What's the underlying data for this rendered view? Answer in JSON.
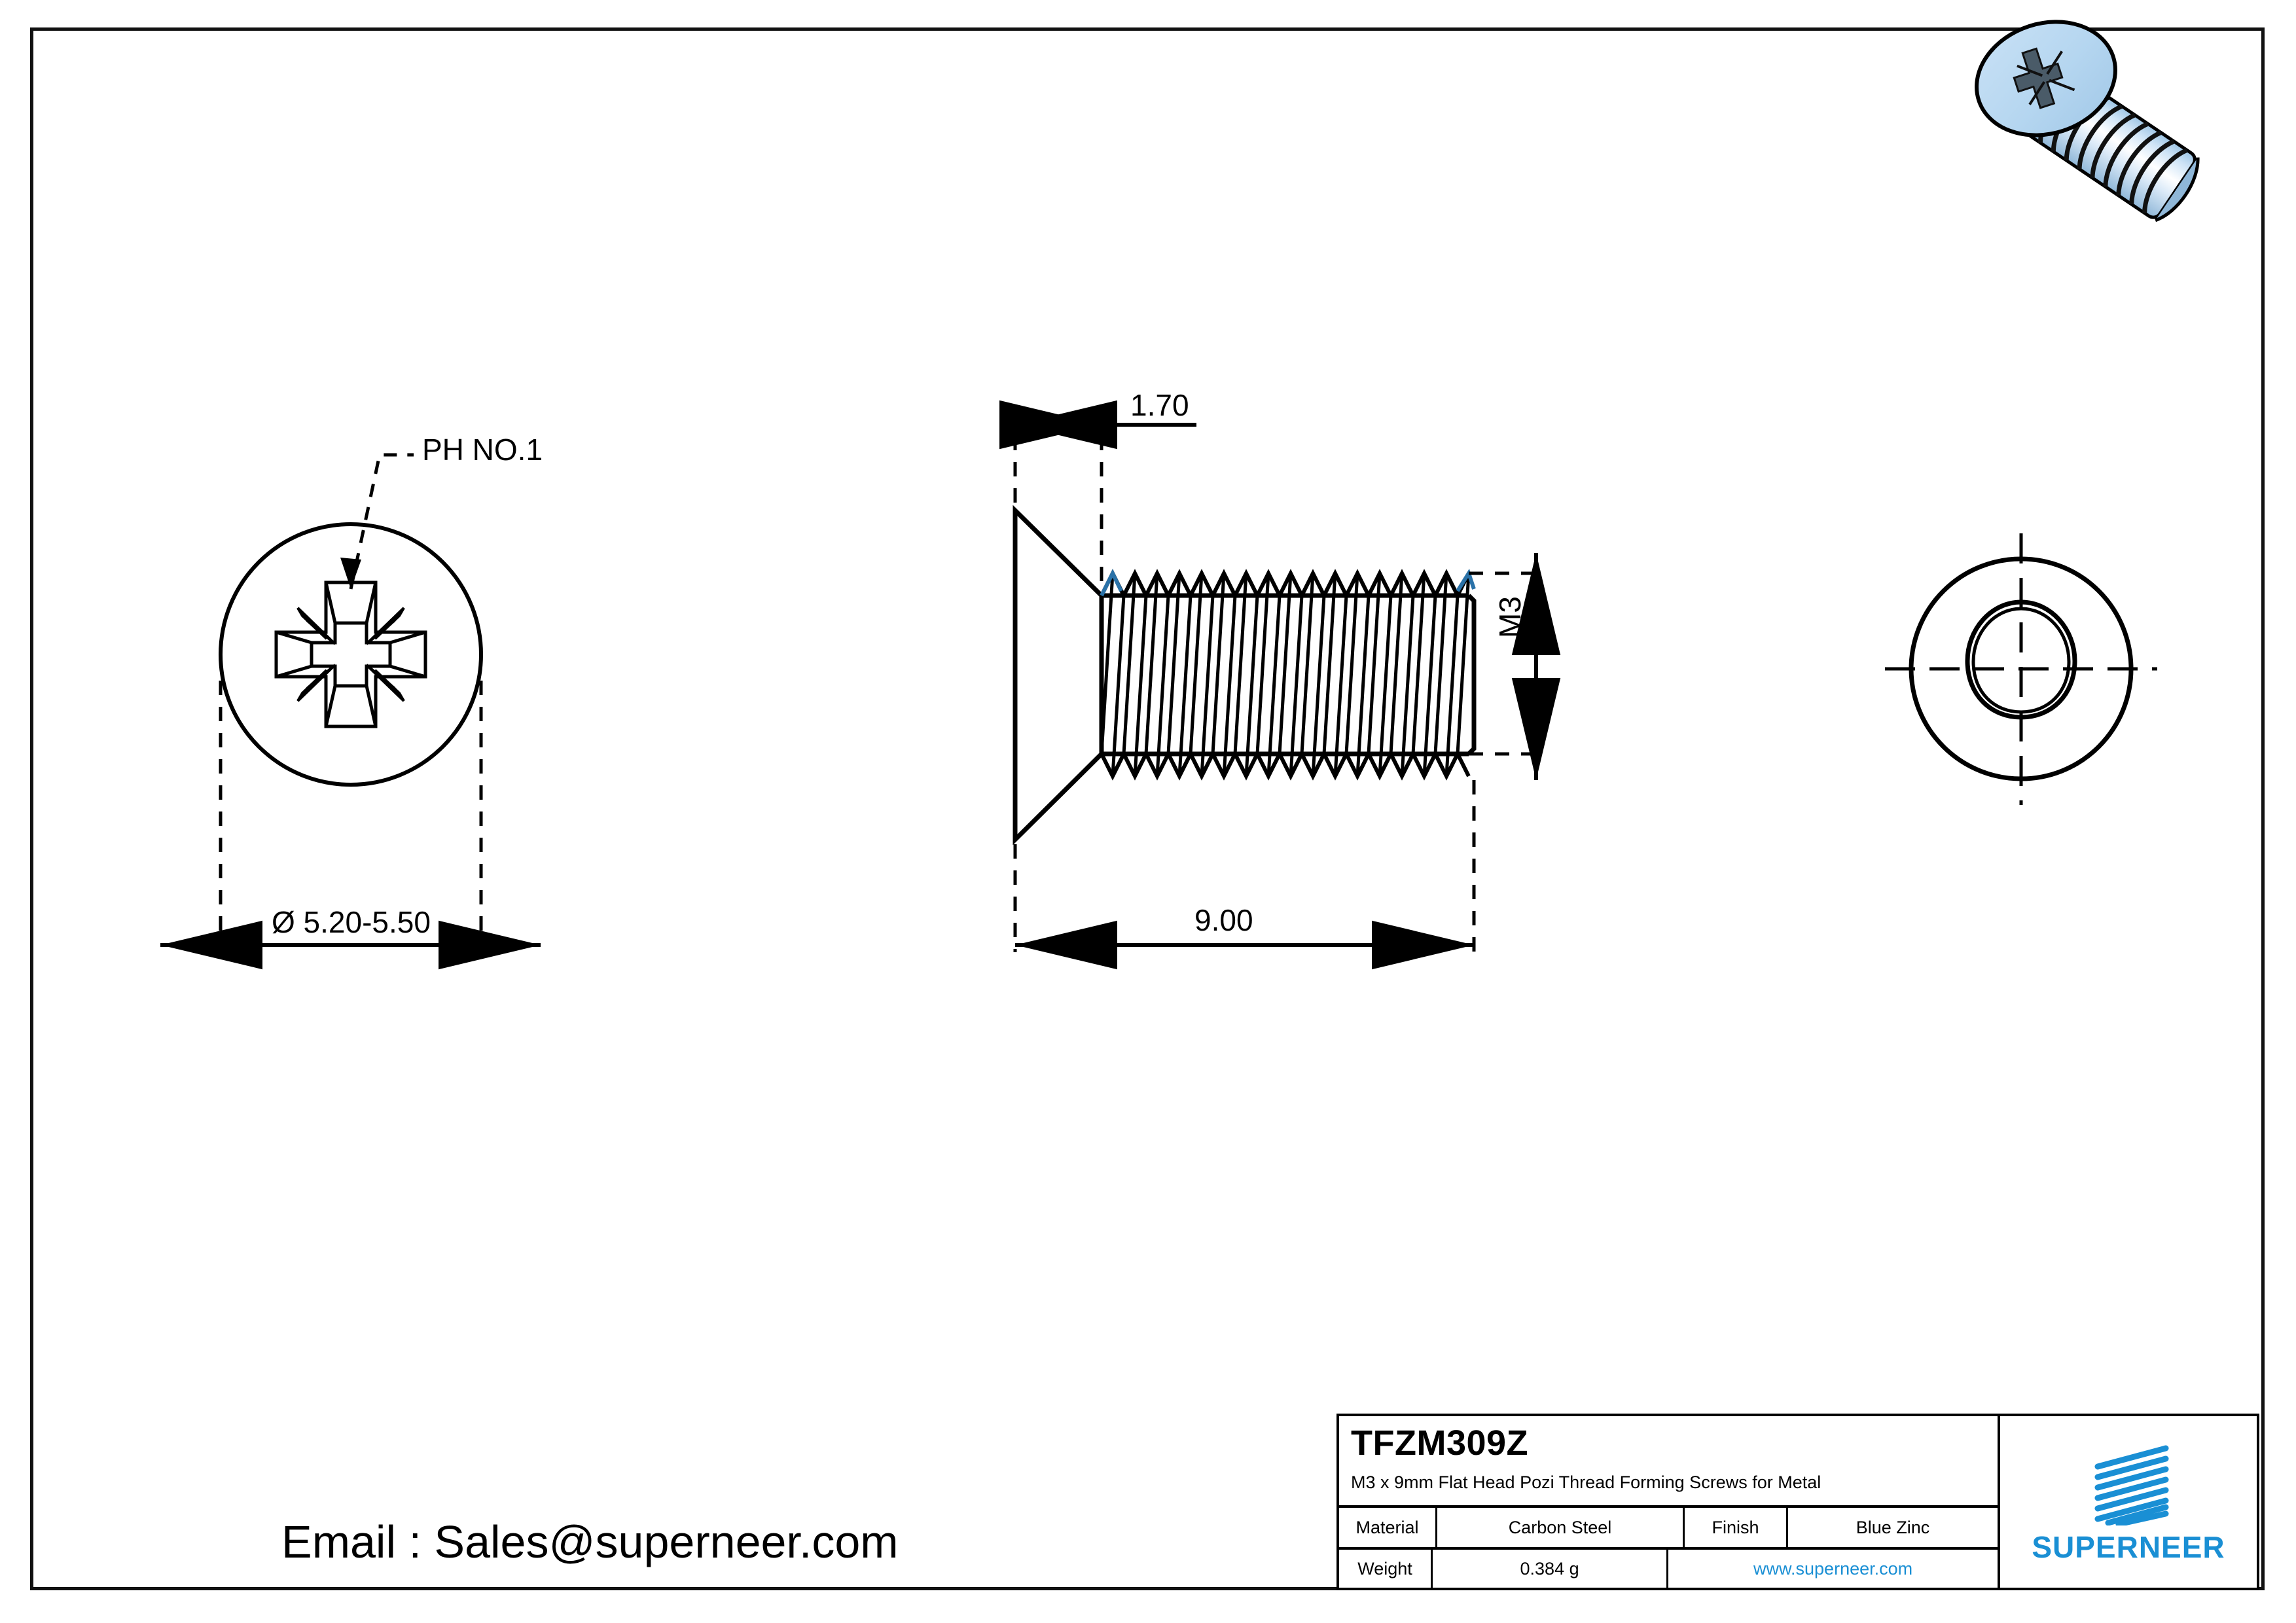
{
  "sheet": {
    "background": "#ffffff",
    "border_color": "#111111"
  },
  "drawing": {
    "annotations": {
      "drive_callout": "PH NO.1",
      "head_diameter": "Ø 5.20-5.50",
      "head_height": "1.70",
      "overall_length": "9.00",
      "thread_size": "M3"
    },
    "views": {
      "left_view_name": "head-end-view",
      "center_view_name": "side-section-view",
      "right_view_name": "point-end-view"
    },
    "isometric": {
      "name": "isometric-screw-render",
      "head_color": "#b8d8f0",
      "shank_color": "#c9e0f3",
      "outline_color": "#000000"
    }
  },
  "title_block": {
    "part_number": "TFZM309Z",
    "description": "M3 x 9mm Flat Head Pozi Thread Forming Screws for Metal",
    "material_label": "Material",
    "material_value": "Carbon Steel",
    "finish_label": "Finish",
    "finish_value": "Blue Zinc",
    "weight_label": "Weight",
    "weight_value": "0.384 g",
    "website": "www.superneer.com",
    "brand": "SUPERNEER",
    "brand_color": "#1a8fd4"
  },
  "footer": {
    "email_text": "Email : Sales@superneer.com"
  }
}
